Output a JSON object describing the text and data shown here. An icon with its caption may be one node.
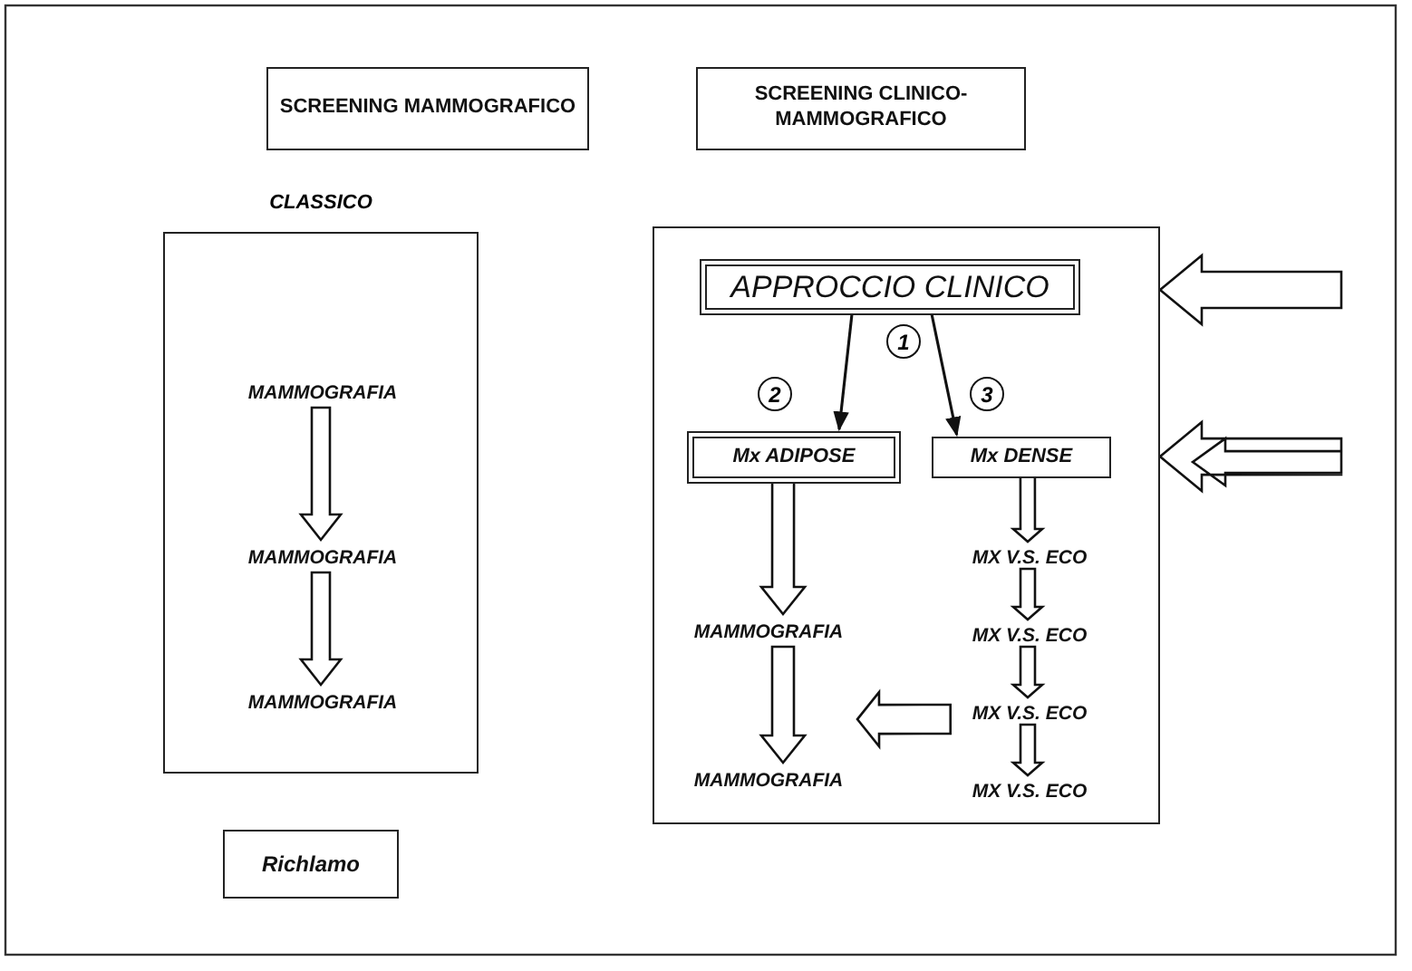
{
  "diagram": {
    "nodes": [
      {
        "text": [
          "SCREENING MAMMOGRAFICO"
        ]
      },
      {
        "text": [
          "SCREENING CLINICO-MAMMOGRAFICO"
        ]
      },
      {
        "text": [
          "CLASSICO"
        ]
      },
      {
        "text": [
          "MAMMOGRAFIA"
        ],
        "in": 2
      },
      {
        "text": [
          "MAMMOGRAFIA"
        ],
        "in": 2
      },
      {
        "text": [
          "MAMMOGRAFIA"
        ],
        "in": 2
      },
      {
        "text": [
          "Richlamo"
        ]
      },
      {
        "text": [],
        "shape": "box"
      },
      {
        "text": [
          "APPROCCIO CLINICO"
        ],
        "in": 7,
        "beside": [
          "1"
        ]
      },
      {
        "text": [
          "Mx ADIPOSE"
        ],
        "in": 7,
        "beside": [
          "2"
        ]
      },
      {
        "text": [
          "Mx DENSE"
        ],
        "in": 7,
        "beside": [
          "3"
        ]
      },
      {
        "text": [
          "MAMMOGRAFIA"
        ],
        "in": 7
      },
      {
        "text": [
          "MAMMOGRAFIA"
        ],
        "in": 7
      },
      {
        "text": [
          "MX V.S. ECO"
        ],
        "in": 7
      },
      {
        "text": [
          "MX V.S. ECO"
        ],
        "in": 7
      },
      {
        "text": [
          "MX V.S. ECO"
        ],
        "in": 7
      },
      {
        "text": [
          "MX V.S. ECO"
        ],
        "in": 7
      }
    ],
    "edges": [
      {
        "from": 3,
        "to": 4,
        "arrow": "to"
      },
      {
        "from": 4,
        "to": 5,
        "arrow": "to"
      },
      {
        "from": 8,
        "to": 9,
        "arrow": "to"
      },
      {
        "from": 8,
        "to": 10,
        "arrow": "to"
      },
      {
        "from": 9,
        "to": 11,
        "arrow": "to"
      },
      {
        "from": 11,
        "to": 12,
        "arrow": "to"
      },
      {
        "from": 10,
        "to": 13,
        "arrow": "to"
      },
      {
        "from": 13,
        "to": 14,
        "arrow": "to"
      },
      {
        "from": 14,
        "to": 15,
        "arrow": "to"
      },
      {
        "from": 15,
        "to": 16,
        "arrow": "to"
      },
      {
        "from": 15,
        "to": 12,
        "arrow": "to"
      },
      {
        "from": null,
        "to": 7,
        "arrow": "to"
      },
      {
        "from": null,
        "to": 7,
        "arrow": "to"
      }
    ]
  }
}
